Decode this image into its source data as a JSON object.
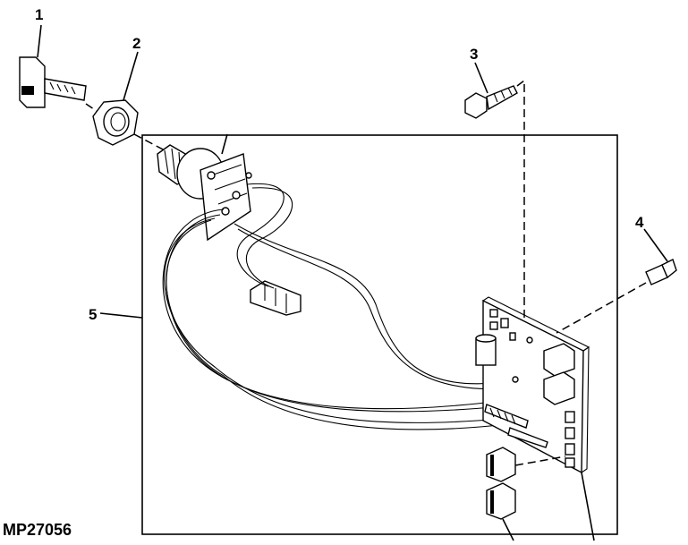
{
  "callouts": [
    "1",
    "2",
    "3",
    "4",
    "5"
  ],
  "figure_code": "MP27056"
}
